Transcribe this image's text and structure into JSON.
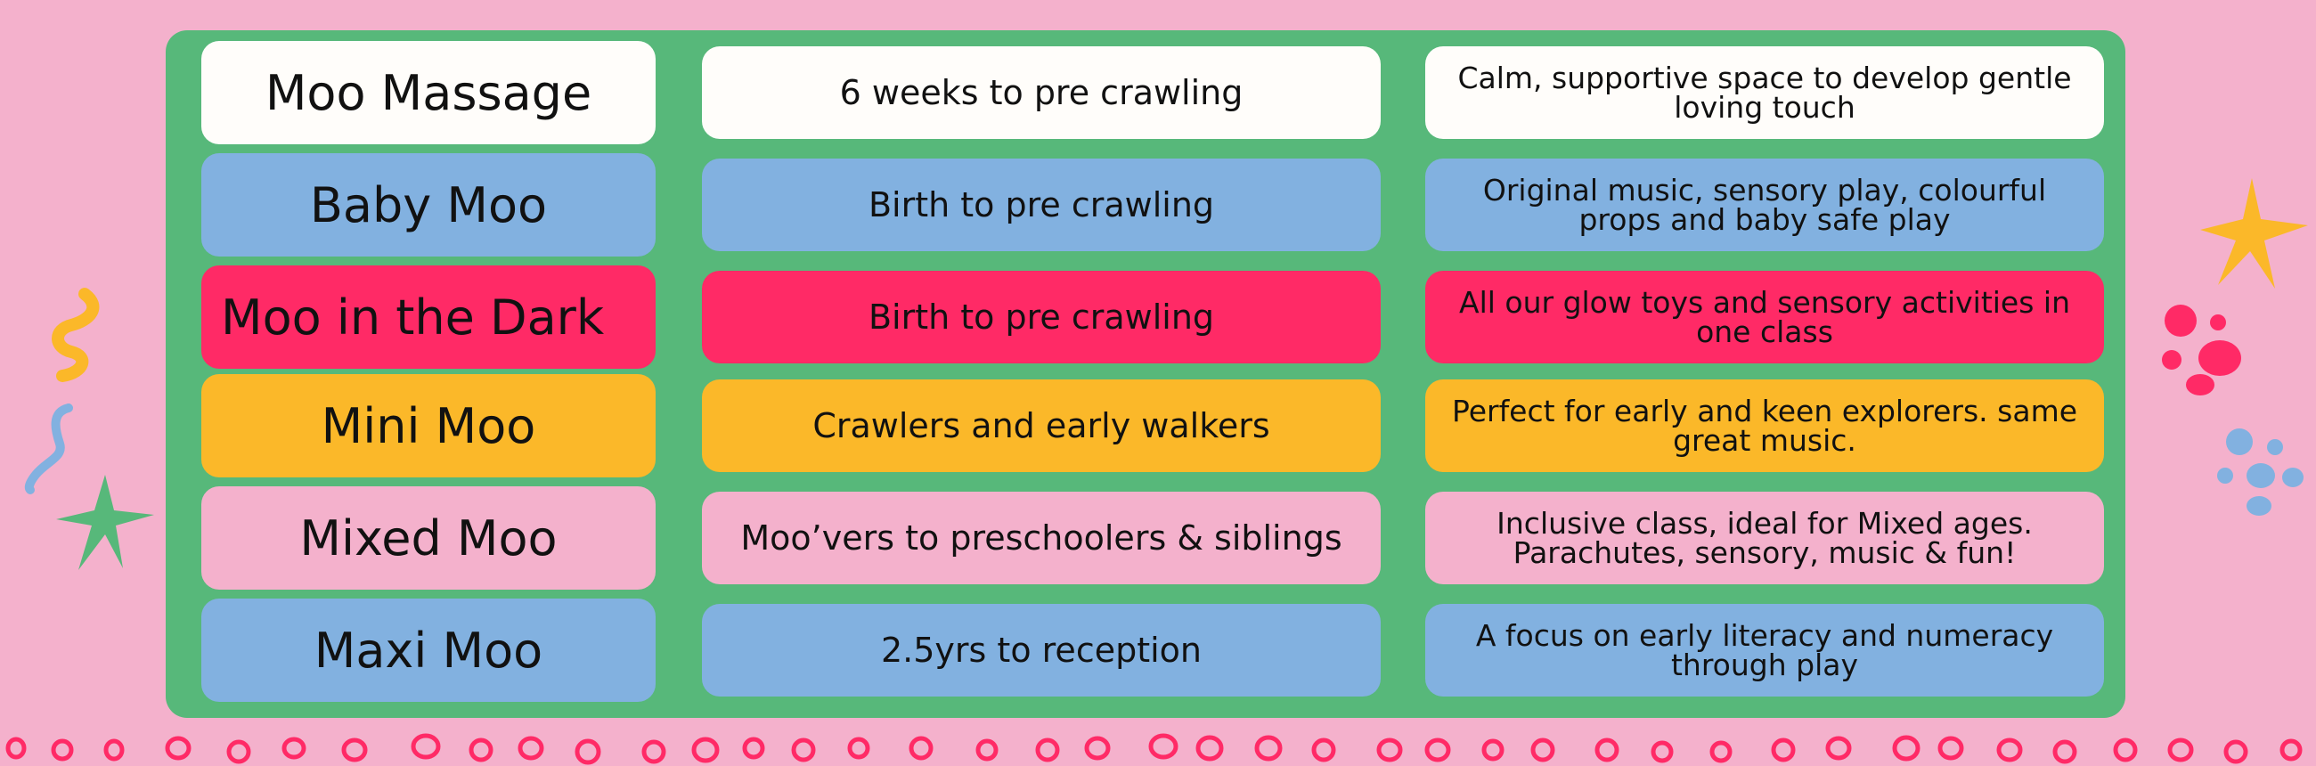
{
  "colors": {
    "background": "#f4b1cc",
    "panel": "#57b87a",
    "white": "#fffdfa",
    "blue": "#82b1e0",
    "red": "#ff2a66",
    "yellow": "#fbb829",
    "pink": "#f4b1cc",
    "accent_red": "#ff2a66",
    "accent_yellow": "#fbb829",
    "accent_blue": "#82b1e0",
    "accent_green": "#57b87a"
  },
  "classes": [
    {
      "name": "Moo Massage",
      "age": "6 weeks to pre crawling",
      "description": "Calm, supportive space to develop gentle loving touch",
      "color": "#fffdfa"
    },
    {
      "name": "Baby Moo",
      "age": "Birth to pre crawling",
      "description": "Original music, sensory play, colourful props and baby safe play",
      "color": "#82b1e0"
    },
    {
      "name": "Moo in the Dark",
      "age": "Birth to pre crawling",
      "description": "All our glow toys and sensory activities in one class",
      "color": "#ff2a66"
    },
    {
      "name": "Mini Moo",
      "age": "Crawlers and early walkers",
      "description": "Perfect for early and keen explorers.  same great music.",
      "color": "#fbb829"
    },
    {
      "name": "Mixed Moo",
      "age": "Moo’vers to preschoolers & siblings",
      "description": "Inclusive class, ideal for Mixed ages. Parachutes, sensory, music & fun!",
      "color": "#f4b1cc"
    },
    {
      "name": "Maxi Moo",
      "age": "2.5yrs to reception",
      "description": "A focus on early literacy and numeracy through play",
      "color": "#82b1e0"
    }
  ],
  "decorations": [
    "squiggle-yellow",
    "squiggle-blue",
    "star-green",
    "star-yellow",
    "paw-red",
    "paw-blue",
    "circle-border"
  ]
}
